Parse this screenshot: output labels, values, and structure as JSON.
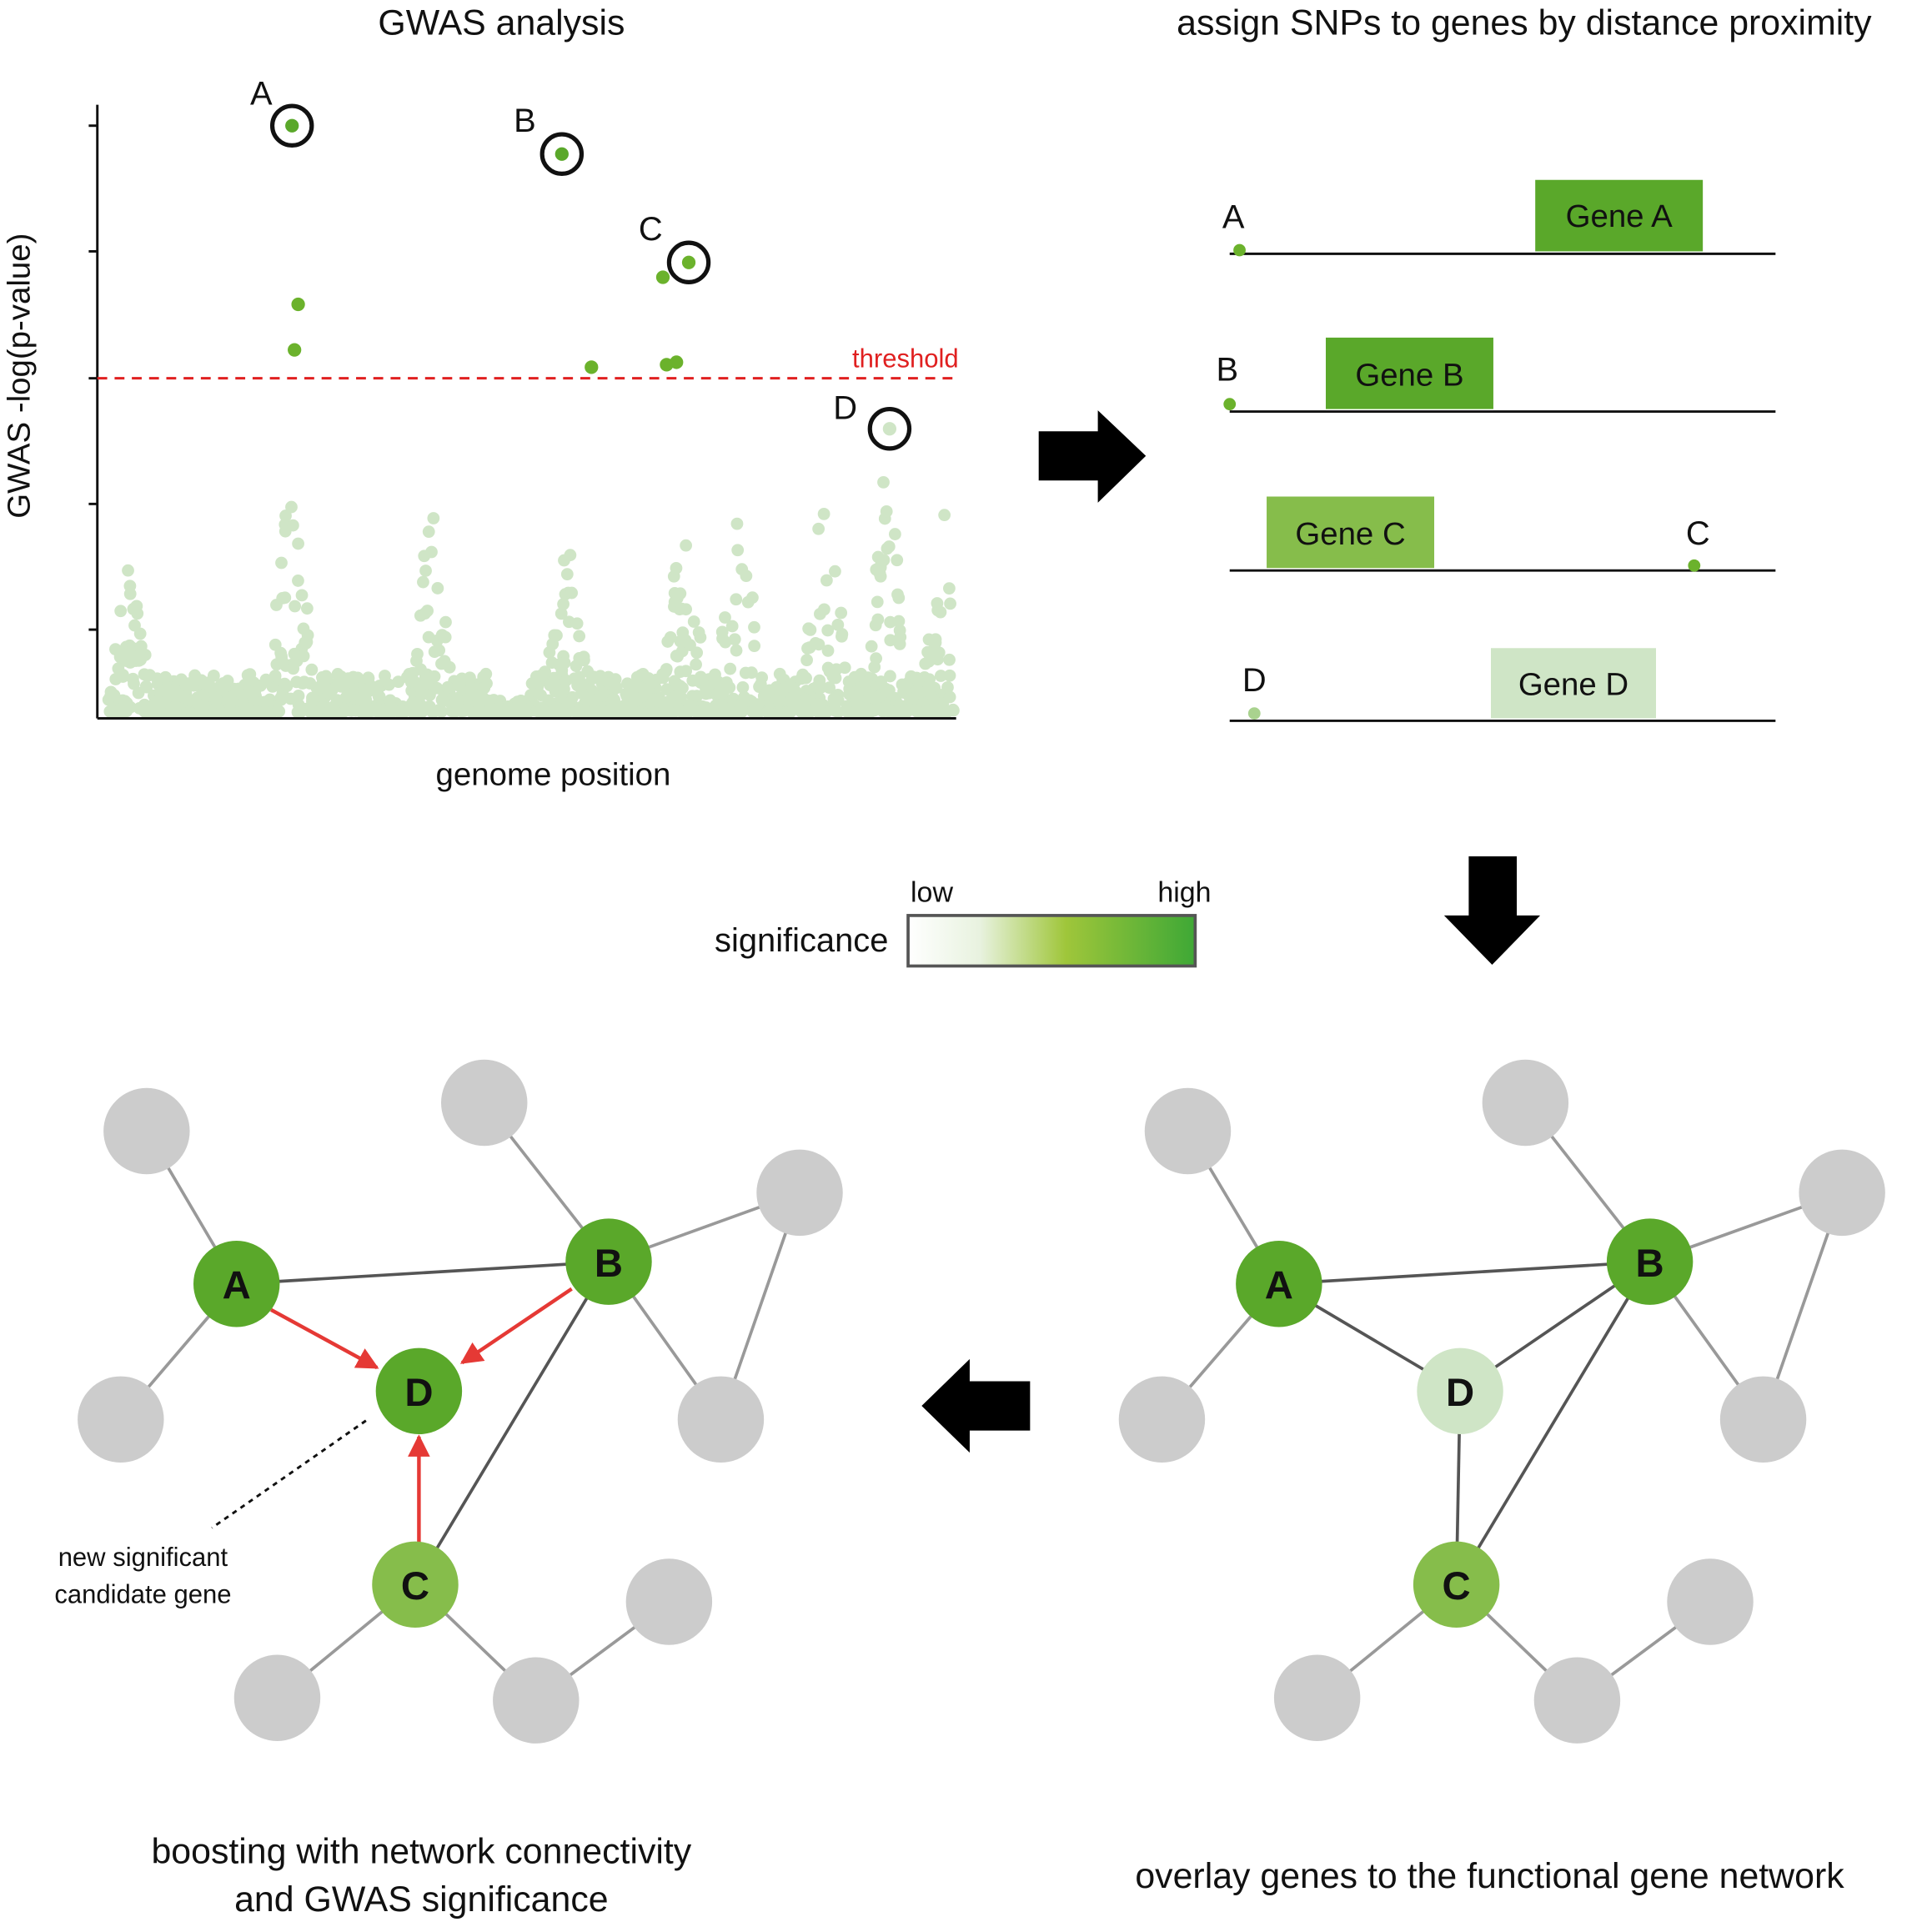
{
  "titles": {
    "gwas": "GWAS analysis",
    "assign": "assign SNPs to genes by distance proximity",
    "overlay": "overlay genes to the functional gene network",
    "boost_line1": "boosting with network connectivity",
    "boost_line2": "and GWAS significance"
  },
  "manhattan": {
    "ylabel": "GWAS -log(p-value)",
    "xlabel": "genome position",
    "threshold_label": "threshold",
    "snp_labels": [
      "A",
      "B",
      "C",
      "D"
    ]
  },
  "snp_tracks": [
    {
      "snp": "A",
      "gene": "Gene A",
      "significance": "high"
    },
    {
      "snp": "B",
      "gene": "Gene B",
      "significance": "high"
    },
    {
      "snp": "C",
      "gene": "Gene C",
      "significance": "medium"
    },
    {
      "snp": "D",
      "gene": "Gene D",
      "significance": "low"
    }
  ],
  "legend": {
    "title": "significance",
    "low": "low",
    "high": "high"
  },
  "network_nodes": {
    "A": "A",
    "B": "B",
    "C": "C",
    "D": "D"
  },
  "annotation": {
    "line1": "new significant",
    "line2": "candidate gene"
  },
  "colors": {
    "high": "#5aa82a",
    "medium": "#86bd4b",
    "low": "#cfe5c6",
    "gray_node": "#cccccc",
    "threshold": "#e02020",
    "boost_arrow": "#e53935",
    "dark_edge": "#555555",
    "light_edge": "#999999"
  }
}
